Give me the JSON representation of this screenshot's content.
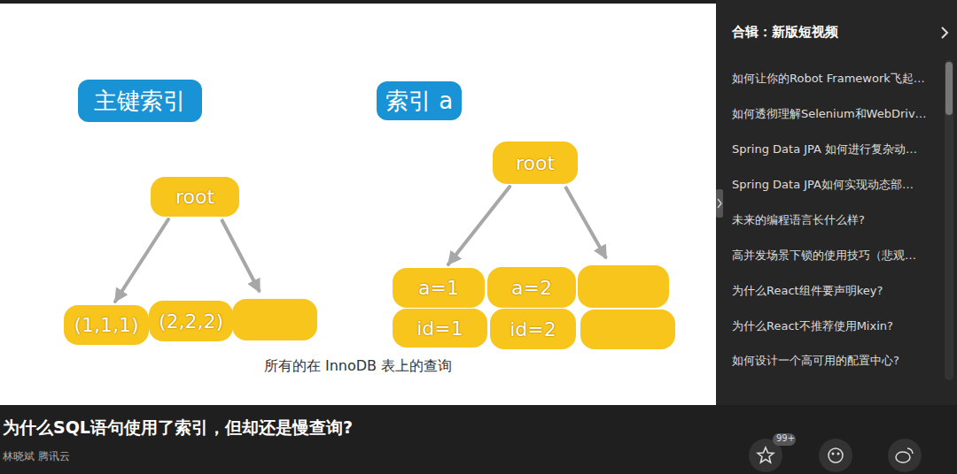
{
  "diagram": {
    "title": "为什么SQL语句使用了索引，但却还是慢查询?",
    "caption": "所有的在 InnoDB 表上的查询",
    "nodes": [
      {
        "text": [
          "主键索引"
        ]
      },
      {
        "text": [
          "root"
        ]
      },
      {
        "text": [
          "(1,1,1)"
        ]
      },
      {
        "text": [
          "(2,2,2)"
        ]
      },
      {
        "text": [
          "索引 a"
        ]
      },
      {
        "text": [
          "root"
        ]
      },
      {
        "text": [
          "a=1"
        ]
      },
      {
        "text": [
          "a=2"
        ]
      },
      {
        "text": [
          "id=1"
        ]
      },
      {
        "text": [
          "id=2"
        ]
      }
    ],
    "edges": [
      {
        "from": 1,
        "to": 2,
        "arrow": "to"
      },
      {
        "from": 5,
        "to": 6,
        "arrow": "to"
      }
    ],
    "labels": [
      "合辑：新版短视频",
      "如何让你的Robot Framework飞起…",
      "如何透彻理解Selenium和WebDriv…",
      "Spring Data JPA 如何进行复杂动…",
      "Spring Data JPA如何实现动态部…",
      "未来的编程语言长什么样?",
      "高并发场景下锁的使用技巧（悲观…",
      "为什么React组件要声明key?",
      "为什么React不推荐使用Mixin?",
      "如何设计一个高可用的配置中心?",
      "林晓斌 腾讯云",
      "99+"
    ]
  }
}
